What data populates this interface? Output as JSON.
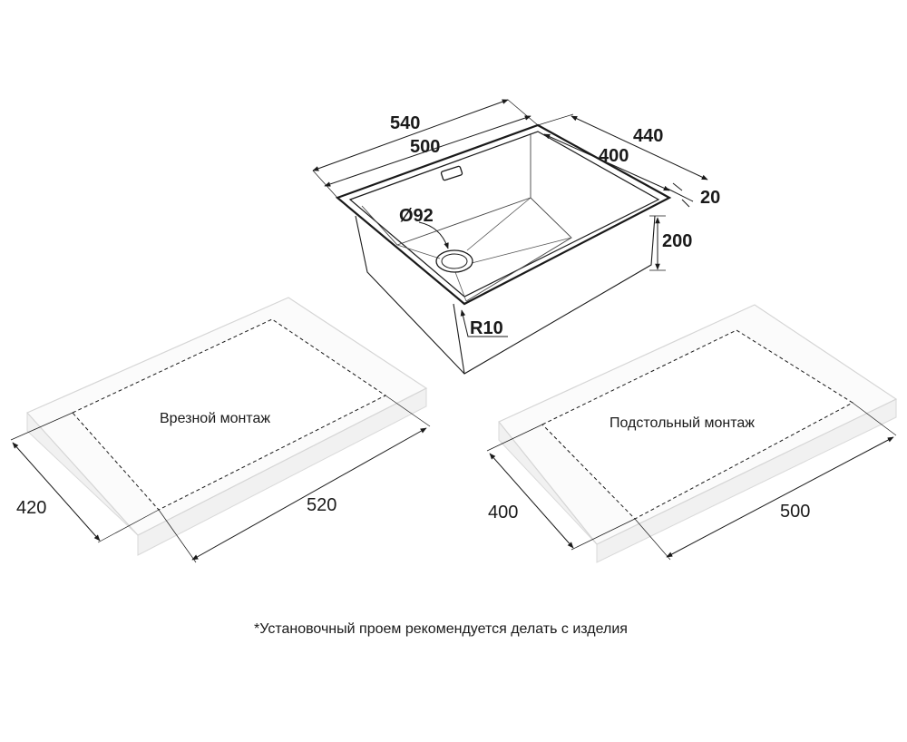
{
  "sink": {
    "outer_width": "540",
    "inner_width": "500",
    "outer_depth": "440",
    "inner_depth": "400",
    "flange": "20",
    "height": "200",
    "drain": "Ø92",
    "radius": "R10"
  },
  "flush_mount": {
    "label": "Врезной монтаж",
    "depth": "420",
    "width": "520"
  },
  "undermount": {
    "label": "Подстольный монтаж",
    "depth": "400",
    "width": "500"
  },
  "footnote": "*Установочный проем рекомендуется делать с изделия",
  "colors": {
    "line": "#1a1a1a",
    "board_fill": "#ffffff",
    "board_edge": "#cfcfcf"
  }
}
